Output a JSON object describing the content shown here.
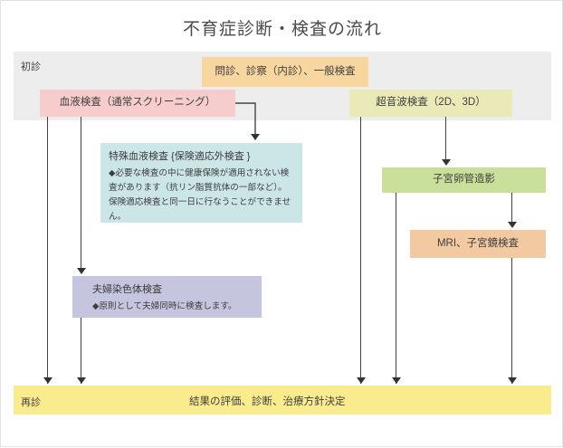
{
  "diagram": {
    "title": "不育症診断・検査の流れ",
    "stages": {
      "first_visit_label": "初診",
      "follow_up_label": "再診"
    },
    "nodes": {
      "interview": {
        "label": "問診、診察（内診）、一般検査",
        "color": "#f7d6a0"
      },
      "blood_test": {
        "label": "血液検査（通常スクリーニング）",
        "color": "#f6cccd"
      },
      "ultrasound": {
        "label": "超音波検査（2D、3D）",
        "color": "#eae9b8"
      },
      "special_blood_test": {
        "heading": "特殊血液検査 {保険適応外検査 }",
        "body": "◆必要な検査の中に健康保険が適用されない検査があります（抗リン脂質抗体の一部など）。保険適応検査と同一日に行なうことができません。",
        "color": "#cce6e8"
      },
      "hsg": {
        "label": "子宮卵管造影",
        "color": "#cadf99"
      },
      "mri_hysteroscopy": {
        "label": "MRI、子宮鏡検査",
        "color": "#f2c9a0"
      },
      "couple_chromosome_test": {
        "heading": "夫婦染色体検査",
        "body": "◆原則として夫婦同時に検査します。",
        "color": "#c6c5e0"
      },
      "result_evaluation": {
        "label": "結果の評価、診断、治療方針決定",
        "color": "#fbeb8f"
      }
    },
    "bands": {
      "first_visit_band_color": "#ededed",
      "follow_up_band_color": "#fbeb8f"
    },
    "connector_color": "#444444"
  }
}
